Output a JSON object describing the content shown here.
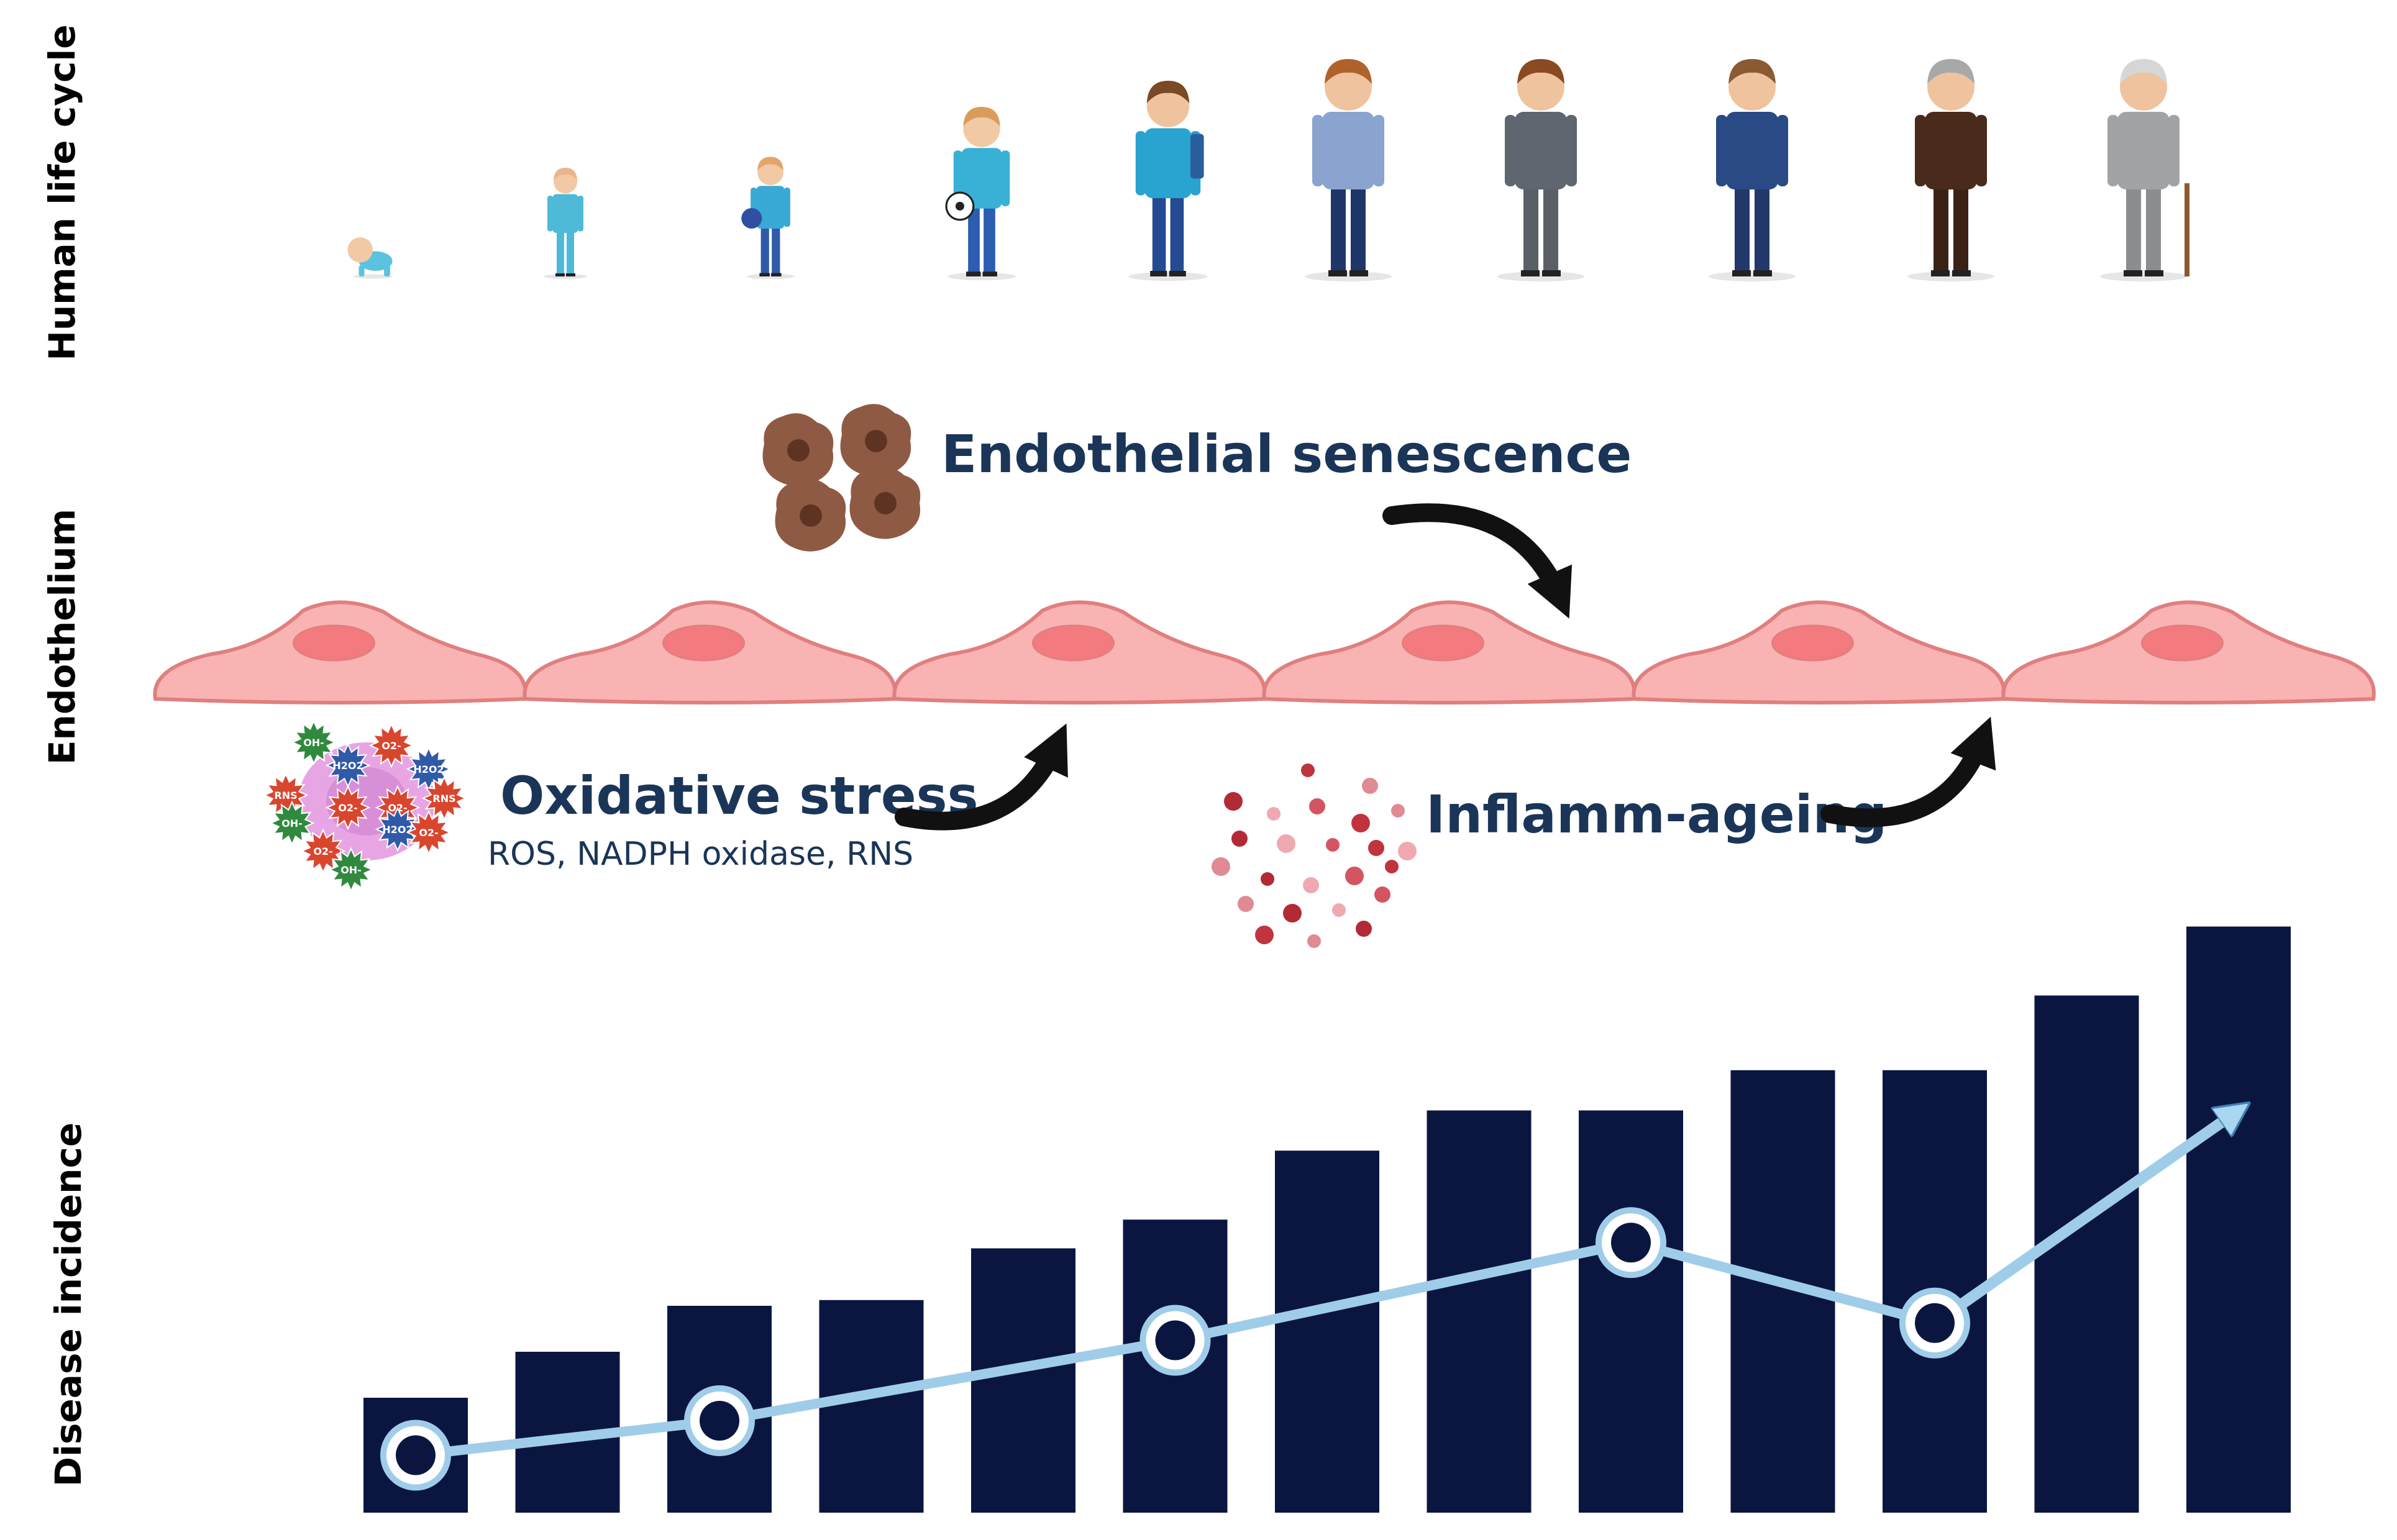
{
  "row_labels": {
    "life_cycle": "Human life cycle",
    "endothelium": "Endothelium",
    "disease": "Disease incidence"
  },
  "headings": {
    "senescence": "Endothelial senescence",
    "oxidative": "Oxidative stress",
    "oxidative_sub": "ROS, NADPH oxidase, RNS",
    "inflamm": "Inflamm-ageing"
  },
  "molecule_labels": [
    "OH-",
    "H2O2",
    "RNS",
    "O2-"
  ],
  "stages": [
    {
      "icon": "crawling-baby-icon",
      "shirt": "#5bc3e0",
      "pants": "#5bc3e0",
      "skin": "#f2c9a5",
      "hair": "#f2c9a5",
      "scale": 0.45
    },
    {
      "icon": "toddler-icon",
      "shirt": "#4fb9d8",
      "pants": "#4fb9d8",
      "skin": "#f2c9a5",
      "hair": "#e9b58a",
      "scale": 0.5
    },
    {
      "icon": "toddler-with-ball-icon",
      "shirt": "#39a9d6",
      "pants": "#2f5aa8",
      "skin": "#f2c9a5",
      "hair": "#e2a56a",
      "scale": 0.55
    },
    {
      "icon": "child-with-football-icon",
      "shirt": "#39b0d6",
      "pants": "#2d5db0",
      "skin": "#f2c9a5",
      "hair": "#d99c5a",
      "scale": 0.78
    },
    {
      "icon": "schoolboy-with-backpack-icon",
      "shirt": "#29a3cf",
      "pants": "#244a92",
      "skin": "#efc39e",
      "hair": "#7a4a24",
      "scale": 0.9
    },
    {
      "icon": "young-man-icon",
      "shirt": "#8aa3cf",
      "pants": "#1f3768",
      "skin": "#efc39e",
      "hair": "#b0622a",
      "scale": 1.0
    },
    {
      "icon": "adult-man-grey-suit-icon",
      "shirt": "#5f6670",
      "pants": "#5a5f67",
      "skin": "#efc39e",
      "hair": "#8a4a22",
      "scale": 1.0
    },
    {
      "icon": "middle-aged-man-navy-suit-icon",
      "shirt": "#2a4a85",
      "pants": "#22386b",
      "skin": "#efc39e",
      "hair": "#8a5a32",
      "scale": 1.0
    },
    {
      "icon": "older-man-brown-suit-icon",
      "shirt": "#4a2a1a",
      "pants": "#3b2214",
      "skin": "#efc39e",
      "hair": "#a8a8a8",
      "scale": 1.0
    },
    {
      "icon": "elderly-man-with-cane-icon",
      "shirt": "#a0a4a6",
      "pants": "#8a8e90",
      "skin": "#efc39e",
      "hair": "#d6d6d6",
      "scale": 1.0
    }
  ],
  "endothelial_cells": 6,
  "colors": {
    "cell_body": "#fab3b3",
    "cell_outline": "#e07f7f",
    "nucleus": "#f37a7e",
    "bar": "#0b1640",
    "trend": "#9fcde9",
    "senescent_cell": "#8f5a44",
    "heading": "#1a3558"
  },
  "chart_data": {
    "type": "bar",
    "title": "",
    "xlabel": "",
    "ylabel": "Disease incidence",
    "ylim": [
      0,
      100
    ],
    "values": [
      20,
      28,
      36,
      37,
      46,
      51,
      63,
      70,
      70,
      77,
      77,
      90,
      102
    ],
    "trend_points": [
      {
        "bar": 0,
        "value": 10
      },
      {
        "bar": 2,
        "value": 16
      },
      {
        "bar": 5,
        "value": 30
      },
      {
        "bar": 8,
        "value": 47
      },
      {
        "bar": 10,
        "value": 33
      }
    ],
    "trend_arrow_end": {
      "bar": 12,
      "value": 70
    },
    "grid": false,
    "legend": "none"
  }
}
